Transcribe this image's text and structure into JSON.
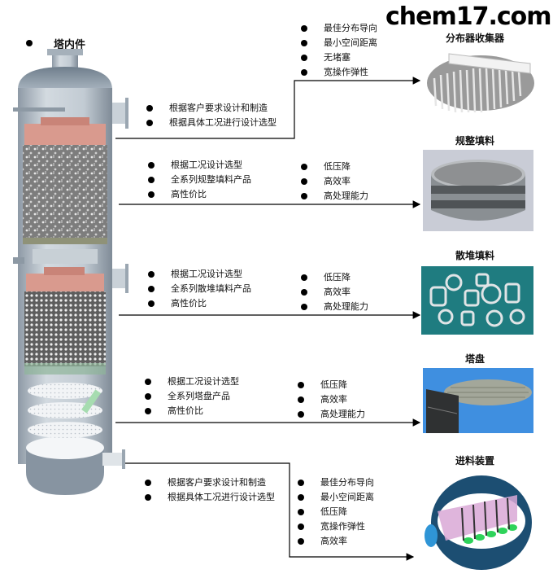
{
  "watermark": "chem17.com",
  "main_title": "塔内件",
  "sections": [
    {
      "id": "distributor",
      "product_title": "分布器收集器",
      "left_bullets": [
        "根据客户要求设计和制造",
        "根据具体工况进行设计选型"
      ],
      "right_bullets": [
        "最佳分布导向",
        "最小空间距离",
        "无堵塞",
        "宽操作弹性"
      ]
    },
    {
      "id": "structured-packing",
      "product_title": "规整填料",
      "left_bullets": [
        "根据工况设计选型",
        "全系列规整填料产品",
        "高性价比"
      ],
      "right_bullets": [
        "低压降",
        "高效率",
        "高处理能力"
      ]
    },
    {
      "id": "random-packing",
      "product_title": "散堆填料",
      "left_bullets": [
        "根据工况设计选型",
        "全系列散堆填料产品",
        "高性价比"
      ],
      "right_bullets": [
        "低压降",
        "高效率",
        "高处理能力"
      ]
    },
    {
      "id": "tray",
      "product_title": "塔盘",
      "left_bullets": [
        "根据工况设计选型",
        "全系列塔盘产品",
        "高性价比"
      ],
      "right_bullets": [
        "低压降",
        "高效率",
        "高处理能力"
      ]
    },
    {
      "id": "feed-device",
      "product_title": "进料装置",
      "left_bullets": [
        "根据客户要求设计和制造",
        "根据具体工况进行设计选型"
      ],
      "right_bullets": [
        "最佳分布导向",
        "最小空间距离",
        "低压降",
        "宽操作弹性",
        "高效率"
      ]
    }
  ],
  "colors": {
    "vessel_shell": "#b9c3cc",
    "distributor_pink": "#d99a8e",
    "tray_blue": "#3f8fe0",
    "random_packing_teal": "#1f7c80",
    "feed_device_navy": "#1c4e72",
    "feed_device_green": "#2ed35a"
  }
}
